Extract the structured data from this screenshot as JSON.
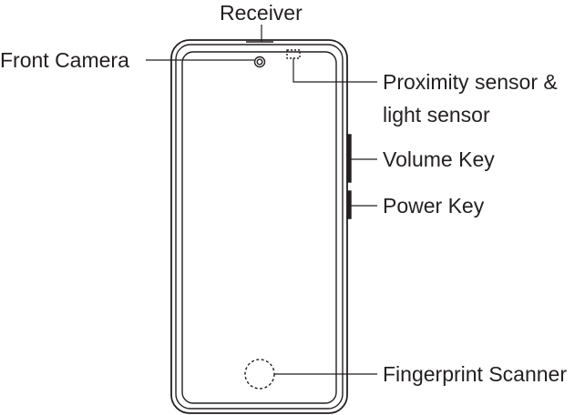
{
  "labels": {
    "receiver": "Receiver",
    "front_camera": "Front Camera",
    "proximity_line1": "Proximity sensor &",
    "proximity_line2": "light sensor",
    "volume_key": "Volume Key",
    "power_key": "Power Key",
    "fingerprint_scanner": "Fingerprint Scanner"
  },
  "colors": {
    "line": "#231f20",
    "background": "#ffffff"
  }
}
